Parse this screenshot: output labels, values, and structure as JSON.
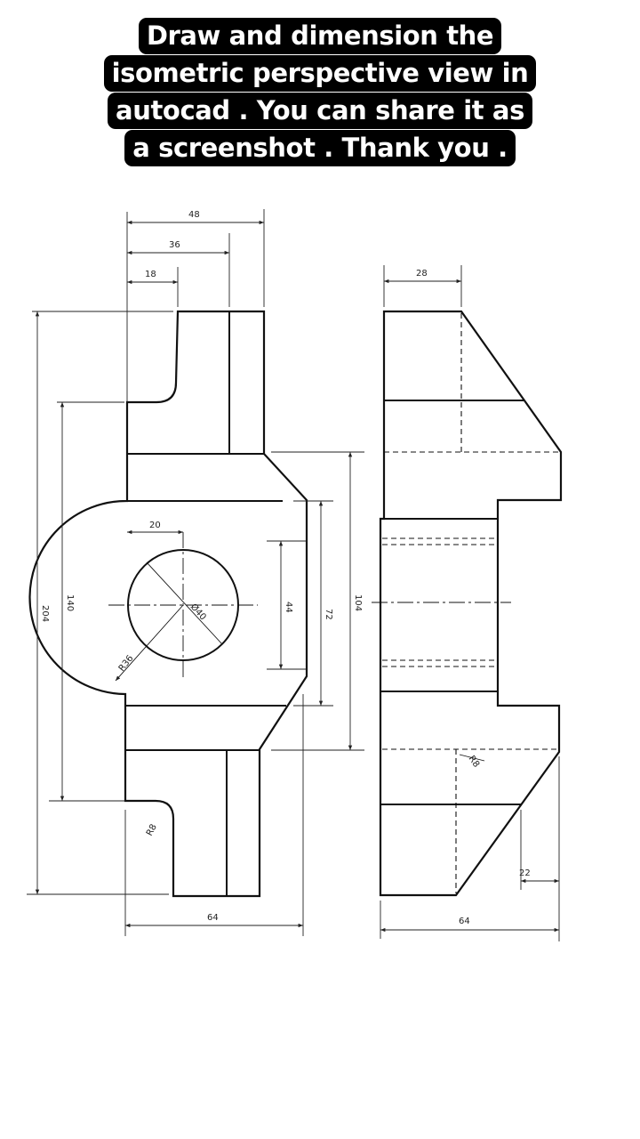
{
  "caption": {
    "lines": [
      "Draw and dimension the",
      "isometric perspective view in",
      "autocad . You can share it as",
      "a screenshot . Thank you ."
    ]
  },
  "front_view": {
    "dims": {
      "d48": "48",
      "d36": "36",
      "d18": "18",
      "d20": "20",
      "d204": "204",
      "d140": "140",
      "d104": "104",
      "d72": "72",
      "d44": "44",
      "d40": "Ø40",
      "r36": "R36",
      "r8": "R8",
      "d64": "64"
    }
  },
  "side_view": {
    "dims": {
      "d28": "28",
      "r8": "R8",
      "d22": "22",
      "d64": "64"
    }
  }
}
